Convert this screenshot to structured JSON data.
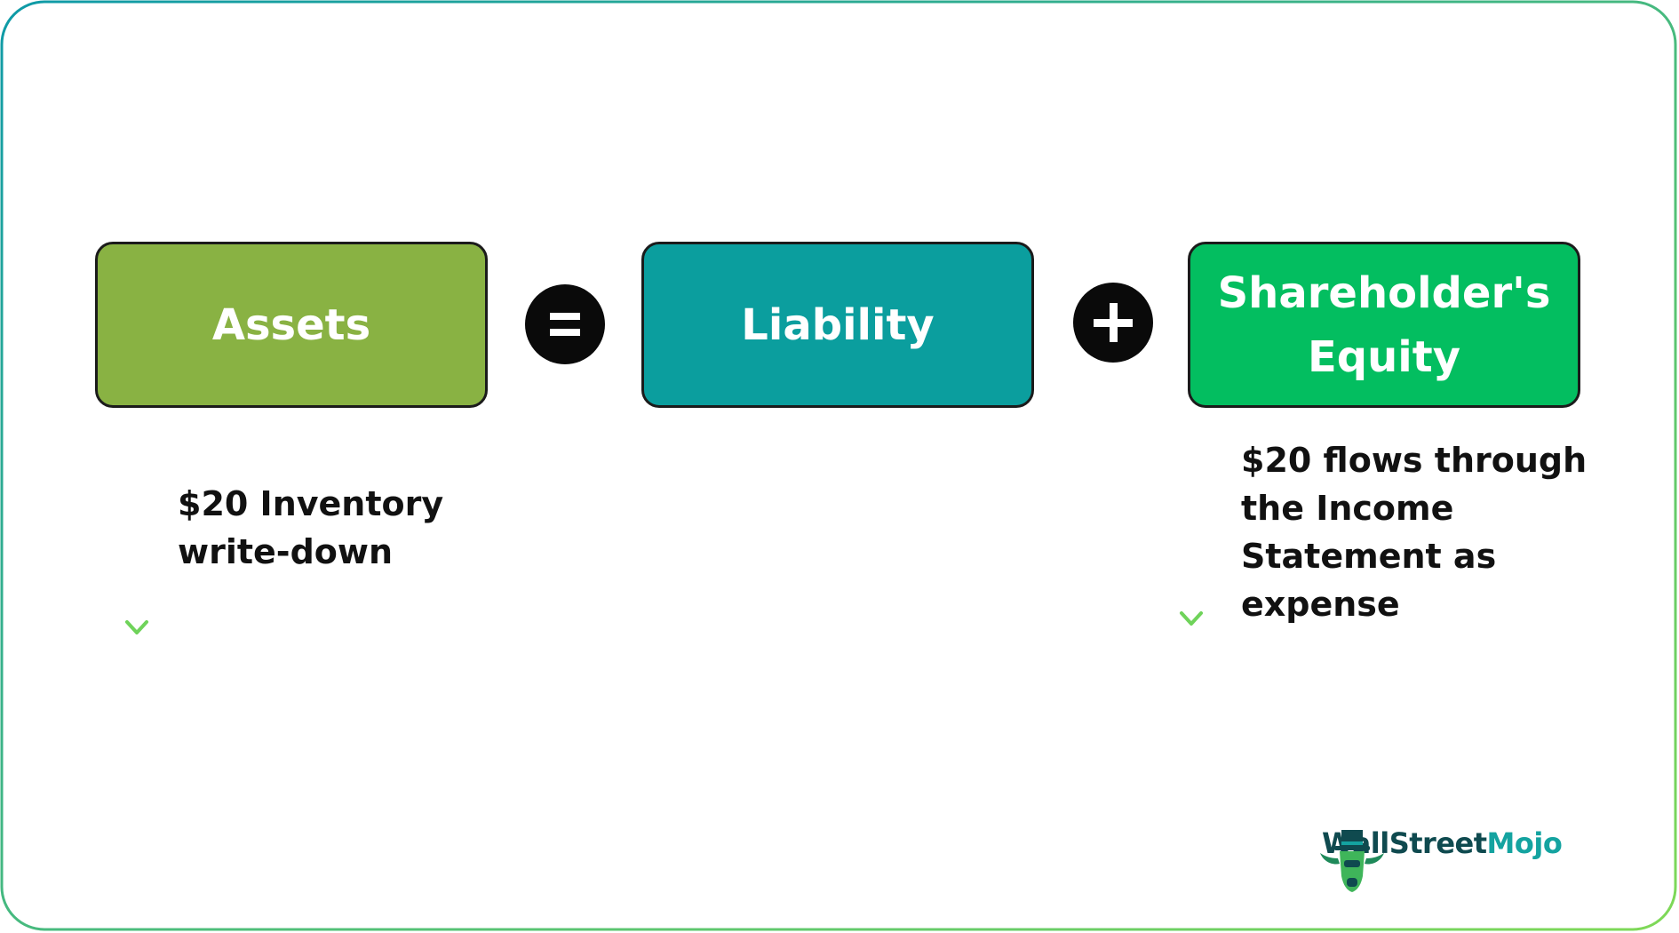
{
  "equation": {
    "assets_label": "Assets",
    "equals_symbol": "=",
    "liability_label": "Liability",
    "plus_symbol": "+",
    "equity_label": "Shareholder's Equity"
  },
  "notes": {
    "assets_note": "$20 Inventory write-down",
    "equity_note": "$20 flows through the Income Statement as expense"
  },
  "brand": {
    "name_part1": "WallStreet",
    "name_part2": "Mojo",
    "logo_icon": "bull-with-hat-icon"
  },
  "colors": {
    "assets": "#89b243",
    "liability": "#0b9e9e",
    "equity": "#03be60",
    "frame_gradient_start": "#0e9aa7",
    "frame_gradient_end": "#7fd957"
  }
}
